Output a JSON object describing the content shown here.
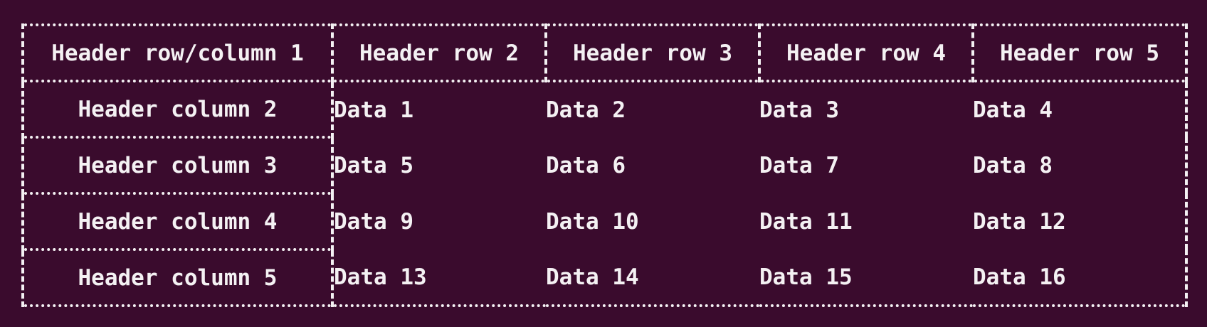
{
  "page": {
    "background_color": "#3a0b2d",
    "border_color": "#f4f1f3",
    "text_color": "#f4f1f3"
  },
  "table": {
    "corner_header": "Header row/column 1",
    "column_headers": [
      "Header row 2",
      "Header row 3",
      "Header row 4",
      "Header row 5"
    ],
    "row_headers": [
      "Header column 2",
      "Header column 3",
      "Header column 4",
      "Header column 5"
    ],
    "data_rows": [
      [
        "Data 1",
        "Data 2",
        "Data 3",
        "Data 4"
      ],
      [
        "Data 5",
        "Data 6",
        "Data 7",
        "Data 8"
      ],
      [
        "Data 9",
        "Data 10",
        "Data 11",
        "Data 12"
      ],
      [
        "Data 13",
        "Data 14",
        "Data 15",
        "Data 16"
      ]
    ]
  }
}
